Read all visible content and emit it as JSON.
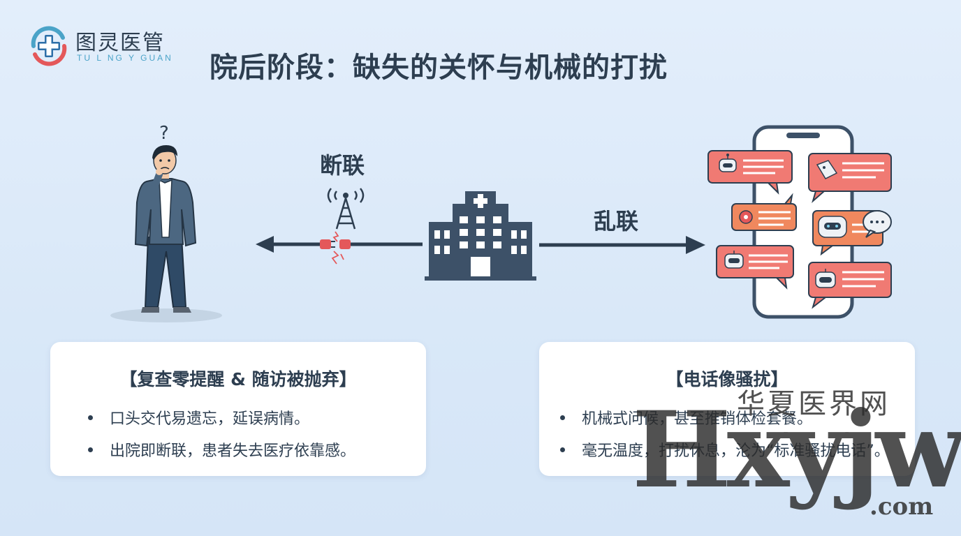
{
  "logo": {
    "name": "图灵医管",
    "sub": "TU L NG Y GUAN"
  },
  "title": "院后阶段：缺失的关怀与机械的打扰",
  "patient": {
    "question_mark": "?"
  },
  "labels": {
    "disconnect": "断联",
    "chaotic": "乱联"
  },
  "cards": [
    {
      "title": "【复查零提醒 & 随访被抛弃】",
      "bullets": [
        "口头交代易遗忘，延误病情。",
        "出院即断联，患者失去医疗依靠感。"
      ]
    },
    {
      "title": "【电话像骚扰】",
      "bullets": [
        "机械式问候，甚至推销体检套餐。",
        "毫无温度，打扰休息，沦为“标准骚扰电话”。"
      ]
    }
  ],
  "watermark": {
    "cn": "华夏医界网",
    "en": "Hxyjw",
    "dotcom": ".com"
  },
  "colors": {
    "dark": "#2d3e50",
    "accent_red": "#e4585a",
    "bubble_red": "#f07a73",
    "bubble_orange": "#f0885e",
    "teal": "#4aa3c8"
  },
  "icons": [
    "medical-cross-logo-icon",
    "confused-person-icon",
    "broken-signal-tower-icon",
    "broken-plug-icon",
    "hospital-icon",
    "smartphone-icon",
    "robot-icon",
    "price-tag-icon",
    "gear-icon",
    "chat-dots-icon"
  ]
}
